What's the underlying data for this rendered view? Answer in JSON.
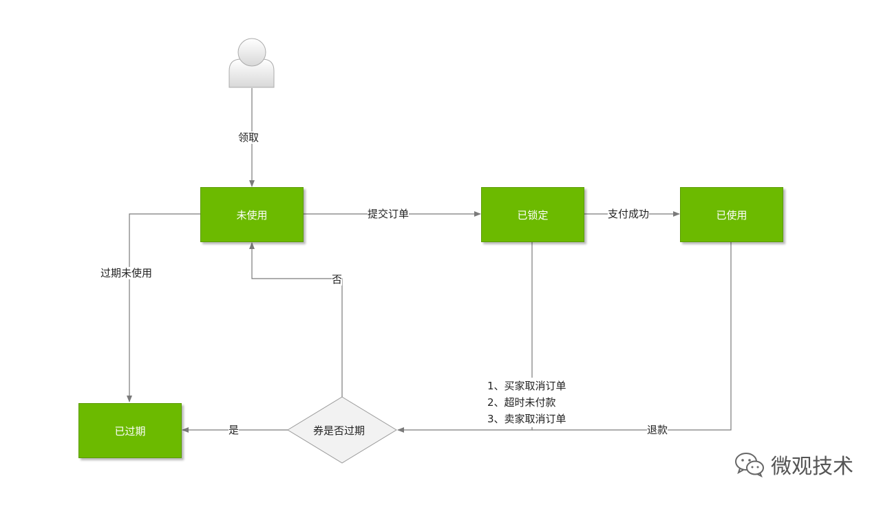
{
  "actor": {
    "icon": "user-icon"
  },
  "states": {
    "unused": "未使用",
    "locked": "已锁定",
    "used": "已使用",
    "expired": "已过期"
  },
  "decision": {
    "label": "券是否过期"
  },
  "transitions": {
    "claim": "领取",
    "submit_order": "提交订单",
    "pay_success": "支付成功",
    "expired_unused": "过期未使用",
    "no": "否",
    "yes": "是",
    "refund": "退款",
    "cancel_reasons": [
      "1、买家取消订单",
      "2、超时未付款",
      "3、卖家取消订单"
    ]
  },
  "watermark": {
    "text": "微观技术",
    "icon": "wechat-icon"
  },
  "colors": {
    "state_fill": "#6cba00",
    "state_text": "#ffffff",
    "line": "#7a7a7a",
    "diamond_fill": "#f2f2f2"
  }
}
